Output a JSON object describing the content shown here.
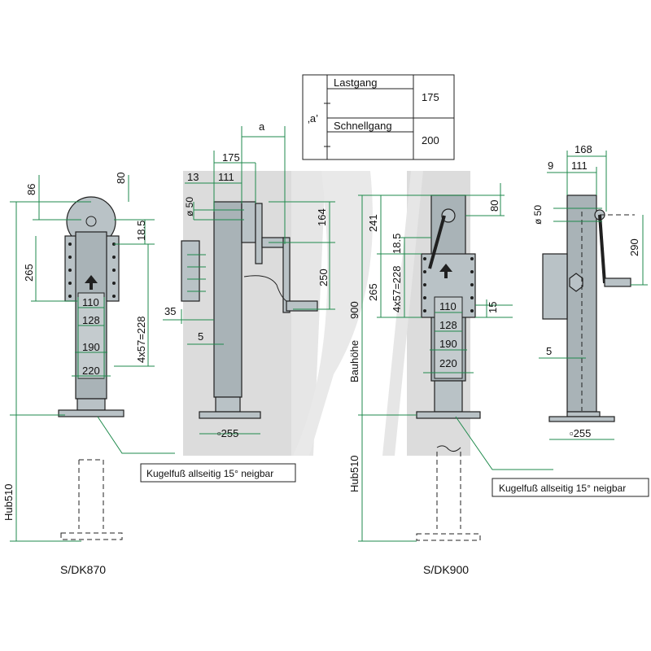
{
  "table": {
    "label_a": "‚a’",
    "row1_name": "Lastgang",
    "row1_value": "175",
    "row2_name": "Schnellgang",
    "row2_value": "200"
  },
  "left_front": {
    "model": "S/DK870",
    "dims": {
      "d86": "86",
      "d80": "80",
      "d18_5": "18.5",
      "d265": "265",
      "d110": "110",
      "d128": "128",
      "d190": "190",
      "d220": "220",
      "d4x57": "4x57=228",
      "hub": "Hub510"
    },
    "callout": "Kugelfuß allseitig 15° neigbar"
  },
  "left_side": {
    "dims": {
      "a": "a",
      "d175": "175",
      "d13": "13",
      "d111": "111",
      "d50": "ø 50",
      "d164": "164",
      "d250": "250",
      "d35": "35",
      "d5": "5",
      "d255": "▫255"
    }
  },
  "right_front": {
    "model": "S/DK900",
    "dims": {
      "d241": "241",
      "d80": "80",
      "d18_5": "18.5",
      "d265": "265",
      "d4x57": "4x57=228",
      "d900": "900",
      "bauhoehe": "Bauhöhe",
      "d110": "110",
      "d128": "128",
      "d190": "190",
      "d220": "220",
      "d15": "15",
      "hub": "Hub510"
    },
    "callout": "Kugelfuß allseitig 15° neigbar"
  },
  "right_side": {
    "dims": {
      "d168": "168",
      "d9": "9",
      "d111": "111",
      "d50": "ø 50",
      "d290": "290",
      "d5": "5",
      "d255": "▫255"
    }
  },
  "colors": {
    "dimension": "#1f8a4c",
    "part_fill": "#b9c2c6",
    "background_block": "#d9d9d9"
  }
}
